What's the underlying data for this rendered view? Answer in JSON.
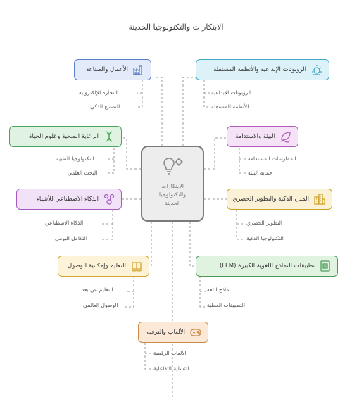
{
  "title": "الابتكارات والتكنولوجيا الحديثة",
  "center": {
    "line1": "الابتكارات",
    "line2": "والتكنولوجيا",
    "line3": "الحديثة"
  },
  "nodes": {
    "business": {
      "label": "الأعمال والصناعة",
      "sub1": "التجارة الإلكترونية",
      "sub2": "التصنيع الذكي",
      "color": "#5b7fc7",
      "bg": "#e3ebfa"
    },
    "robotics": {
      "label": "الروبوتات الإبداعية والأنظمة المستقلة",
      "sub1": "الروبوتات الإبداعية",
      "sub2": "الأنظمة المستقلة",
      "color": "#41a9c6",
      "bg": "#dcf1f8"
    },
    "health": {
      "label": "الرعاية الصحية وعلوم الحياة",
      "sub1": "التكنولوجيا الطبية",
      "sub2": "البحث العلمي",
      "color": "#4ba35c",
      "bg": "#e0f3e3"
    },
    "environment": {
      "label": "البيئة والاستدامة",
      "sub1": "الممارسات المستدامة",
      "sub2": "حماية البيئة",
      "color": "#b55cbf",
      "bg": "#f5e2f7"
    },
    "ai": {
      "label": "الذكاء الاصطناعي للأشياء",
      "sub1": "الذكاء الاصطناعي",
      "sub2": "التكامل اليومي",
      "color": "#a65bc4",
      "bg": "#f1e2f8"
    },
    "smartcities": {
      "label": "المدن الذكية والتطوير الحضري",
      "sub1": "التطوير الحضري",
      "sub2": "التكنولوجيا الذكية",
      "color": "#d0a22a",
      "bg": "#fbf1d6"
    },
    "education": {
      "label": "التعليم وإمكانية الوصول",
      "sub1": "التعليم عن بعد",
      "sub2": "الوصول العالمي",
      "color": "#d2a52c",
      "bg": "#fcf3d8"
    },
    "llm": {
      "label": "تطبيقات النماذج اللغوية الكبيرة (LLM)",
      "sub1": "نماذج اللغة",
      "sub2": "التطبيقات العملية",
      "color": "#4c9b55",
      "bg": "#e0f3e1"
    },
    "games": {
      "label": "الألعاب والترفيه",
      "sub1": "الألعاب الرقمية",
      "sub2": "التسلية التفاعلية",
      "color": "#c98a4a",
      "bg": "#fbe8d6"
    }
  }
}
